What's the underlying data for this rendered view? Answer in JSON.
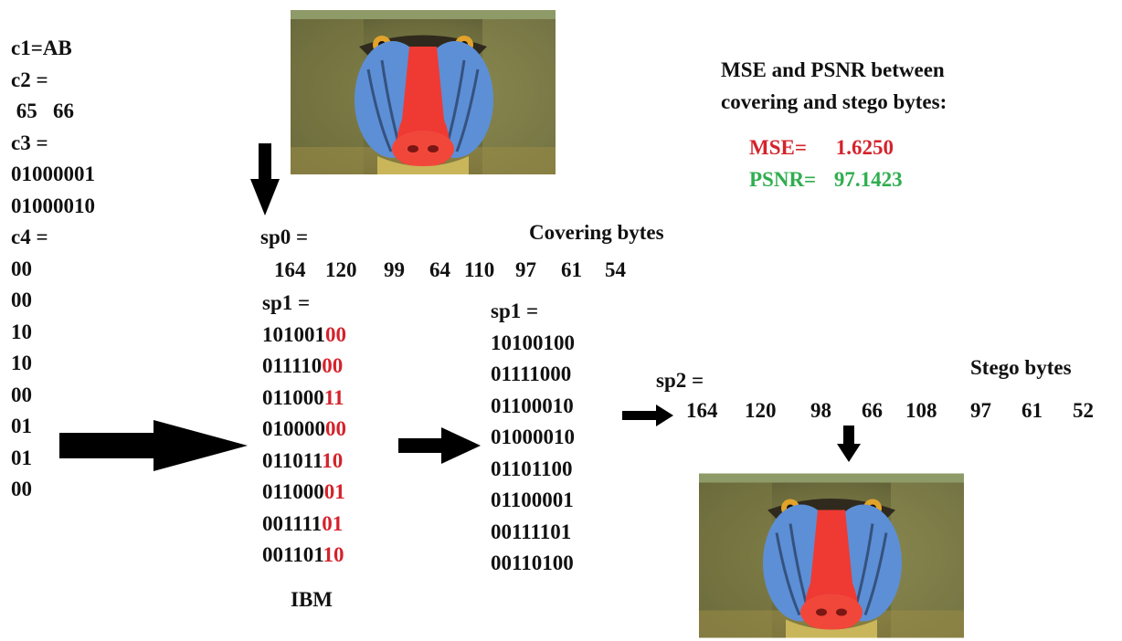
{
  "left_column": {
    "c1_label": "c1=AB",
    "c2_label": "c2 =",
    "c2_values": " 65   66",
    "c3_label": "c3 =",
    "c3_values": [
      "01000001",
      "01000010"
    ],
    "c4_label": "c4 =",
    "c4_values": [
      "00",
      "00",
      "10",
      "10",
      "00",
      "01",
      "01",
      "00"
    ]
  },
  "sp0": {
    "label": "sp0 =",
    "heading": "Covering bytes",
    "values": [
      "164",
      "120",
      "99",
      "64",
      "110",
      "97",
      "61",
      "54"
    ]
  },
  "sp1_ibm": {
    "label": "sp1 =",
    "rows": [
      {
        "prefix": "101001",
        "suffix": "00"
      },
      {
        "prefix": "011110",
        "suffix": "00"
      },
      {
        "prefix": "011000",
        "suffix": "11"
      },
      {
        "prefix": "010000",
        "suffix": "00"
      },
      {
        "prefix": "011011",
        "suffix": "10"
      },
      {
        "prefix": "011000",
        "suffix": "01"
      },
      {
        "prefix": "001111",
        "suffix": "01"
      },
      {
        "prefix": "001101",
        "suffix": "10"
      }
    ],
    "caption": "IBM"
  },
  "sp1_result": {
    "label": "sp1 =",
    "rows": [
      "10100100",
      "01111000",
      "01100010",
      "01000010",
      "01101100",
      "01100001",
      "00111101",
      "00110100"
    ]
  },
  "sp2": {
    "label": "sp2 =",
    "heading": "Stego bytes",
    "values": [
      "164",
      "120",
      "98",
      "66",
      "108",
      "97",
      "61",
      "52"
    ]
  },
  "metrics": {
    "title_line1": "MSE and PSNR between",
    "title_line2": "covering and stego bytes:",
    "mse_label": "MSE=",
    "mse_value": "1.6250",
    "psnr_label": "PSNR=",
    "psnr_value": "97.1423",
    "mse_color": "#d4232c",
    "psnr_color": "#2fae4f"
  },
  "images": {
    "cover_image": "mandrill-face",
    "stego_image": "mandrill-face"
  }
}
